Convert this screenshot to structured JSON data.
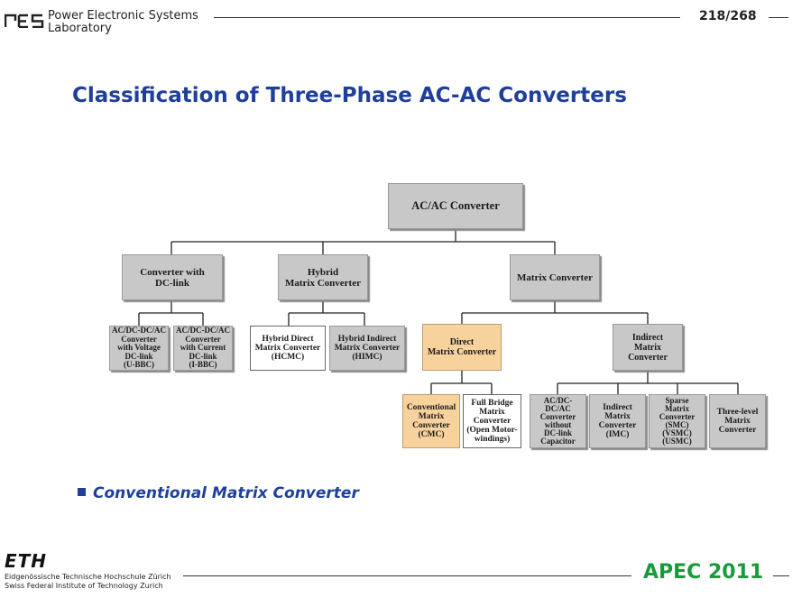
{
  "header": {
    "lab_name": "Power Electronic Systems\nLaboratory",
    "page_number": "218/268"
  },
  "title": "Classification of Three-Phase AC-AC Converters",
  "diagram": {
    "root": "AC/AC Converter",
    "dc_link": "Converter with\nDC-link",
    "hybrid": "Hybrid\nMatrix Converter",
    "matrix": "Matrix Converter",
    "u_bbc": "AC/DC-DC/AC\nConverter\nwith Voltage\nDC-link\n(U-BBC)",
    "i_bbc": "AC/DC-DC/AC\nConverter\nwith Current\nDC-link\n(I-BBC)",
    "hcmc": "Hybrid Direct\nMatrix Converter\n(HCMC)",
    "himc": "Hybrid Indirect\nMatrix Converter\n(HIMC)",
    "direct": "Direct\nMatrix Converter",
    "indirect": "Indirect\nMatrix Converter",
    "cmc": "Conventional\nMatrix\nConverter\n(CMC)",
    "full_bridge": "Full Bridge\nMatrix\nConverter\n(Open Motor-\nwindings)",
    "no_cap": "AC/DC-\nDC/AC\nConverter\nwithout\nDC-link\nCapacitor",
    "imc": "Indirect\nMatrix\nConverter\n(IMC)",
    "smc": "Sparse\nMatrix\nConverter\n(SMC)\n(VSMC)\n(USMC)",
    "three_level": "Three-level\nMatrix\nConverter"
  },
  "bullet": "Conventional Matrix Converter",
  "footer": {
    "eth_logo": "ETH",
    "eth_sub": "Eidgenössische Technische Hochschule Zürich\nSwiss Federal Institute of Technology Zurich",
    "apec": "APEC 2011"
  },
  "colors": {
    "title": "#1f3f9b",
    "highlight": "#f7d29d",
    "box_gray": "#c8c8c8",
    "apec_green": "#1a9a3a"
  },
  "icons": [
    "pes-logo-icon"
  ]
}
